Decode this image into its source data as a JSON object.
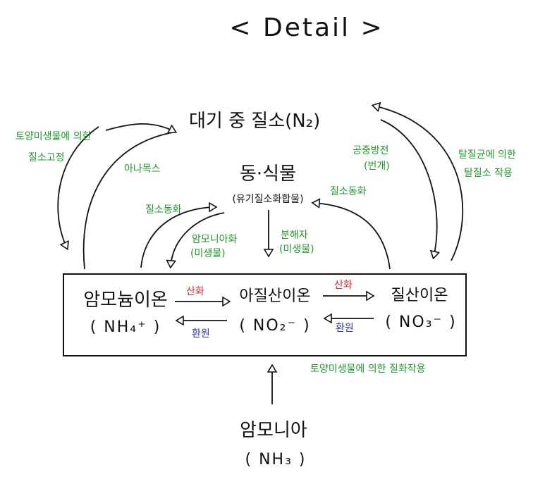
{
  "title": "< Detail >",
  "nodes": {
    "atmospheric_nitrogen": "대기 중 질소(N₂)",
    "plants_animals": "동·식물",
    "plants_animals_sub": "(유기질소화합물)",
    "ammonium": "암모늄이온",
    "ammonium_formula": "( NH₄⁺ )",
    "nitrite": "아질산이온",
    "nitrite_formula": "( NO₂⁻ )",
    "nitrate": "질산이온",
    "nitrate_formula": "( NO₃⁻ )",
    "ammonia": "암모니아",
    "ammonia_formula": "( NH₃ )"
  },
  "annotations": {
    "fixation_line1": "토양미생물에 의한",
    "fixation_line2": "질소고정",
    "azotobacter": "아나목스",
    "lightning_line1": "공중방전",
    "lightning_line2": "(번개)",
    "denitrify_line1": "탈질균에 의한",
    "denitrify_line2": "탈질소 작용",
    "assimilation_left": "질소동화",
    "assimilation_right": "질소동화",
    "ammonification_line1": "암모니아화",
    "ammonification_line2": "(미생물)",
    "decomposer_line1": "분해자",
    "decomposer_line2": "(미생물)",
    "oxidation_1": "산화",
    "oxidation_2": "산화",
    "reduction_1": "환원",
    "reduction_2": "환원",
    "soil_nitrification": "토양미생물에 의한 질화작용"
  },
  "colors": {
    "ink": "#111111",
    "green_note": "#1f9a2a",
    "red_note": "#e0202a",
    "blue_note": "#2436c8"
  }
}
